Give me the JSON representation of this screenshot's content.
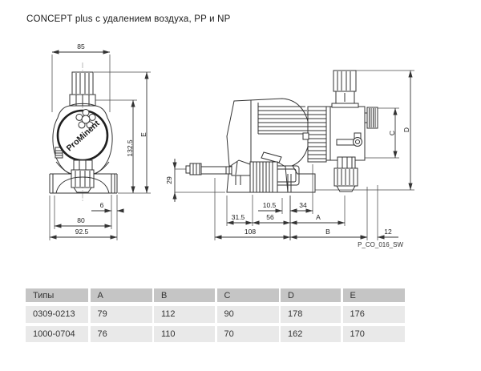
{
  "title": "CONCEPT plus с удалением воздуха, PP и NP",
  "drawing": {
    "code": "P_CO_016_SW",
    "logo_text": "ProMinent",
    "front": {
      "top_width": "85",
      "height_total": "E",
      "height_inner": "132.5",
      "slot_width": "6",
      "base_inner": "80",
      "base_outer": "92.5"
    },
    "side": {
      "hose_height": "29",
      "offset_small": "10.5",
      "valve_offset": "34",
      "front_overhang": "31.5",
      "mid_depth": "56",
      "dim_a": "A",
      "total_depth": "108",
      "dim_b": "B",
      "knob_depth": "12",
      "dim_c": "C",
      "dim_d": "D"
    }
  },
  "table": {
    "headers": [
      "Типы",
      "A",
      "B",
      "C",
      "D",
      "E"
    ],
    "rows": [
      [
        "0309-0213",
        "79",
        "112",
        "90",
        "178",
        "176"
      ],
      [
        "1000-0704",
        "76",
        "110",
        "70",
        "162",
        "170"
      ]
    ]
  }
}
